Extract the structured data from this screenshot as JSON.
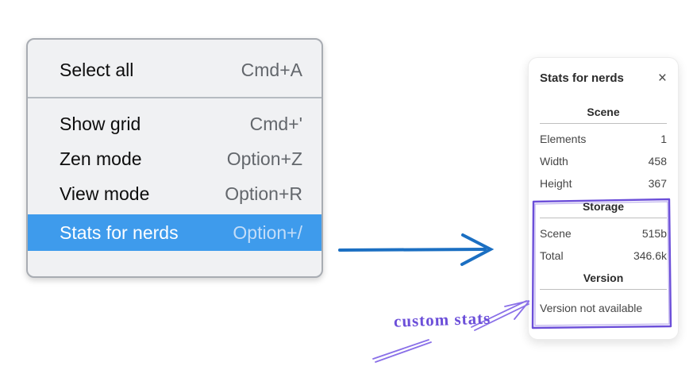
{
  "context_menu": {
    "items": [
      {
        "label": "Select all",
        "shortcut": "Cmd+A"
      },
      {
        "label": "Show grid",
        "shortcut": "Cmd+'"
      },
      {
        "label": "Zen mode",
        "shortcut": "Option+Z"
      },
      {
        "label": "View mode",
        "shortcut": "Option+R"
      },
      {
        "label": "Stats for nerds",
        "shortcut": "Option+/"
      }
    ],
    "highlighted_item": "Stats for nerds"
  },
  "stats_panel": {
    "title": "Stats for nerds",
    "close_icon": "×",
    "sections": [
      {
        "heading": "Scene",
        "rows": [
          {
            "label": "Elements",
            "value": "1"
          },
          {
            "label": "Width",
            "value": "458"
          },
          {
            "label": "Height",
            "value": "367"
          }
        ]
      },
      {
        "heading": "Storage",
        "rows": [
          {
            "label": "Scene",
            "value": "515b"
          },
          {
            "label": "Total",
            "value": "346.6k"
          }
        ]
      },
      {
        "heading": "Version",
        "rows": [],
        "note": "Version not available"
      }
    ]
  },
  "annotation": {
    "label": "custom stats"
  },
  "colors": {
    "menu_background": "#f0f1f3",
    "menu_highlight": "#3e9bec",
    "blue_arrow": "#1b6fc2",
    "annotation_purple": "#6c4fd9"
  }
}
